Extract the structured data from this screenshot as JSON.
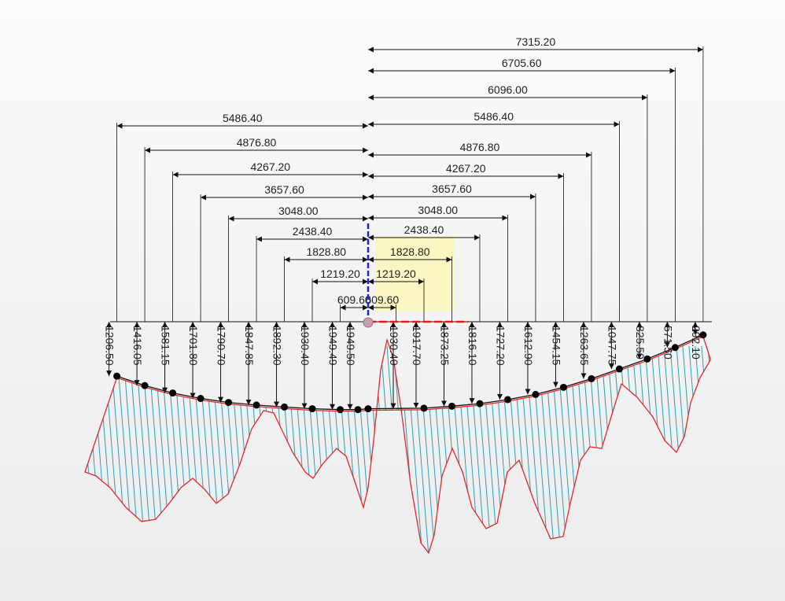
{
  "colors": {
    "background_top": "#fbfbfb",
    "background_bottom": "#ececec",
    "dimension_line": "#111111",
    "hatch": "#2a9fb5",
    "terrain_outline": "#e8262b",
    "vertical_axis": "#2222dd",
    "horizontal_axis": "#e02020",
    "highlight_box": "#fbf7c2",
    "origin_marker": "#c7a0b0"
  },
  "diagram": {
    "left_horizontal_dims": [
      "5486.40",
      "4876.80",
      "4267.20",
      "3657.60",
      "3048.00",
      "2438.40",
      "1828.80",
      "1219.20",
      "609.60"
    ],
    "right_horizontal_dims": [
      "7315.20",
      "6705.60",
      "6096.00",
      "5486.40",
      "4876.80",
      "4267.20",
      "3657.60",
      "3048.00",
      "2438.40",
      "1828.80",
      "1219.20",
      "609.60"
    ],
    "left_vertical_dims": [
      "1206.50",
      "1416.05",
      "1581.15",
      "1701.80",
      "1790.70",
      "1847.85",
      "1892.30",
      "1930.40",
      "1949.49",
      "1949.50"
    ],
    "center_vertical_dim": "1930.40",
    "right_vertical_dims": [
      "1917.70",
      "1873.25",
      "1816.10",
      "1727.20",
      "1612.90",
      "1454.15",
      "1263.65",
      "1047.75",
      "825.50",
      "571.50",
      "292.10"
    ]
  }
}
